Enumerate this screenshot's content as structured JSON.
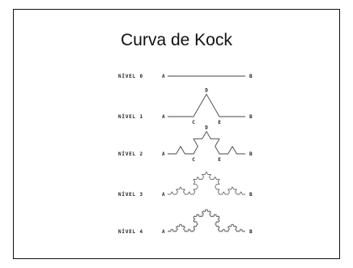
{
  "slide": {
    "title": "Curva de Kock"
  },
  "koch": {
    "line_color": "#444444",
    "levels": [
      {
        "label": "NÍVEL 0",
        "level": 0,
        "start_label": "A",
        "end_label": "B",
        "points": []
      },
      {
        "label": "NÍVEL 1",
        "level": 1,
        "start_label": "A",
        "end_label": "B",
        "points": [
          "C",
          "D",
          "E"
        ]
      },
      {
        "label": "NÍVEL 2",
        "level": 2,
        "start_label": "A",
        "end_label": "B",
        "points": [
          "C",
          "D",
          "E"
        ]
      },
      {
        "label": "NÍVEL 3",
        "level": 3,
        "start_label": "A",
        "end_label": "B",
        "points": []
      },
      {
        "label": "NÍVEL 4",
        "level": 4,
        "start_label": "A",
        "end_label": "B",
        "points": []
      }
    ]
  }
}
